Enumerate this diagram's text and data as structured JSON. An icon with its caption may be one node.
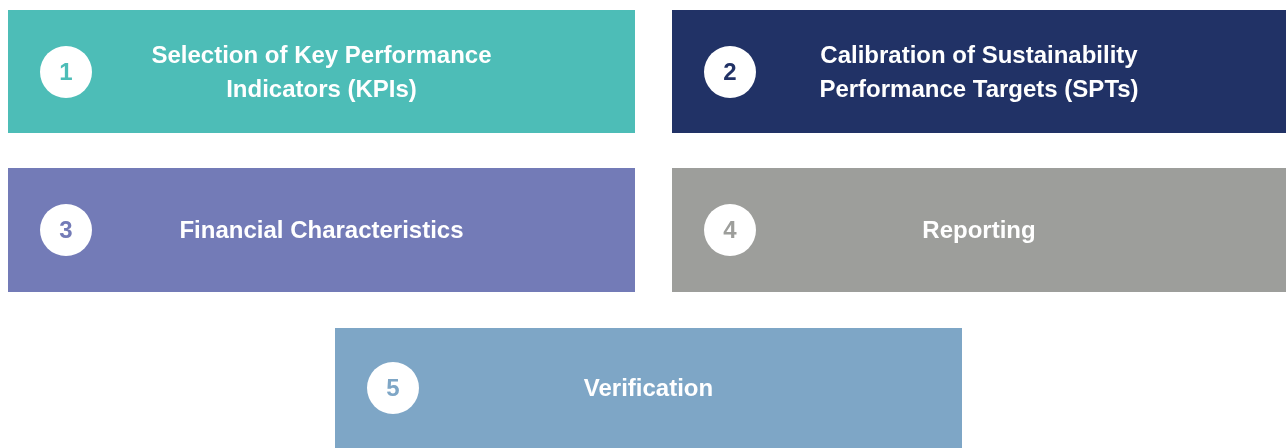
{
  "diagram": {
    "nodes": [
      {
        "text": [
          "Selection of Key Performance Indicators (KPIs)"
        ]
      },
      {
        "text": [
          "1"
        ],
        "in": 0
      },
      {
        "text": [
          "Calibration of Sustainability Performance Targets (SPTs)"
        ]
      },
      {
        "text": [
          "2"
        ],
        "in": 2
      },
      {
        "text": [
          "Financial Characteristics"
        ]
      },
      {
        "text": [
          "3"
        ],
        "in": 4
      },
      {
        "text": [
          "Reporting"
        ]
      },
      {
        "text": [
          "4"
        ],
        "in": 6
      },
      {
        "text": [
          "Verification"
        ]
      },
      {
        "text": [
          "5"
        ],
        "in": 8
      }
    ]
  }
}
